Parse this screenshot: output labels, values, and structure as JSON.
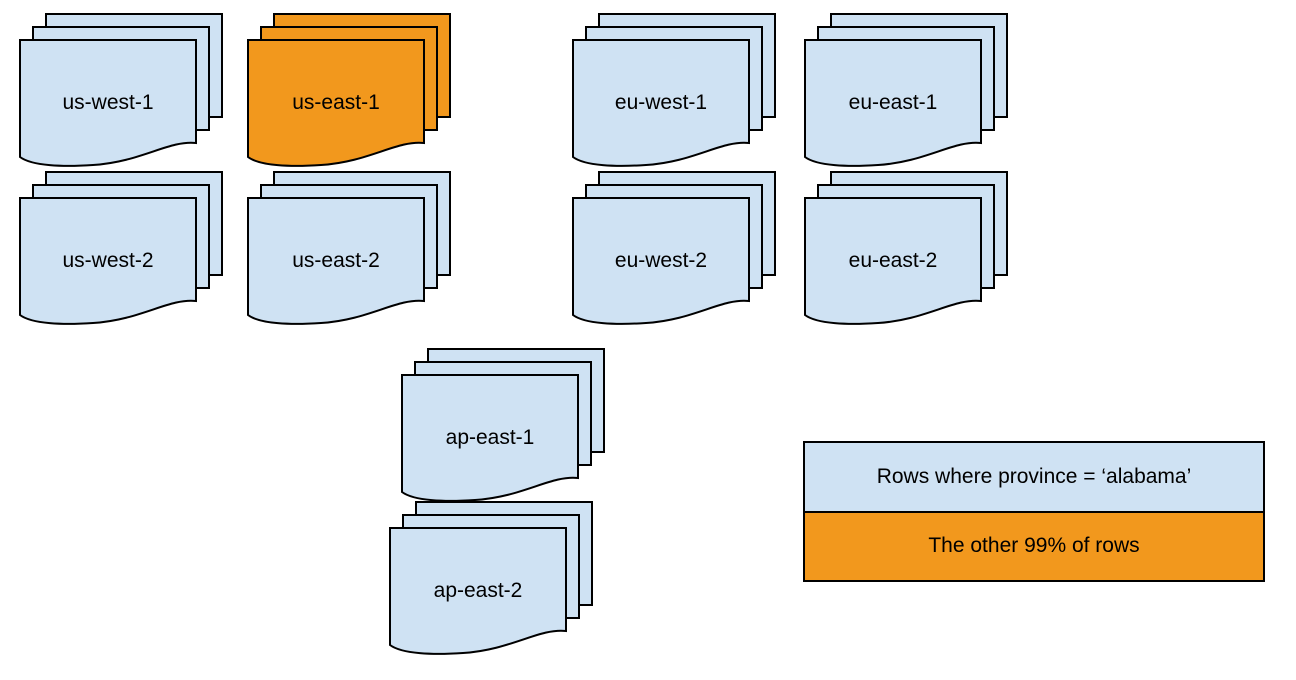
{
  "diagram": {
    "background": "#ffffff",
    "stroke_color": "#000000",
    "blue_fill": "#cfe2f3",
    "orange_fill": "#f2981d"
  },
  "stacks": [
    {
      "label": "us-west-1",
      "fill": "#cfe2f3"
    },
    {
      "label": "us-east-1",
      "fill": "#f2981d"
    },
    {
      "label": "eu-west-1",
      "fill": "#cfe2f3"
    },
    {
      "label": "eu-east-1",
      "fill": "#cfe2f3"
    },
    {
      "label": "us-west-2",
      "fill": "#cfe2f3"
    },
    {
      "label": "us-east-2",
      "fill": "#cfe2f3"
    },
    {
      "label": "eu-west-2",
      "fill": "#cfe2f3"
    },
    {
      "label": "eu-east-2",
      "fill": "#cfe2f3"
    },
    {
      "label": "ap-east-1",
      "fill": "#cfe2f3"
    },
    {
      "label": "ap-east-2",
      "fill": "#cfe2f3"
    }
  ],
  "legend": {
    "rows": [
      {
        "label": "Rows where province = ‘alabama’",
        "fill": "#cfe2f3"
      },
      {
        "label": "The other 99% of rows",
        "fill": "#f2981d"
      }
    ]
  }
}
